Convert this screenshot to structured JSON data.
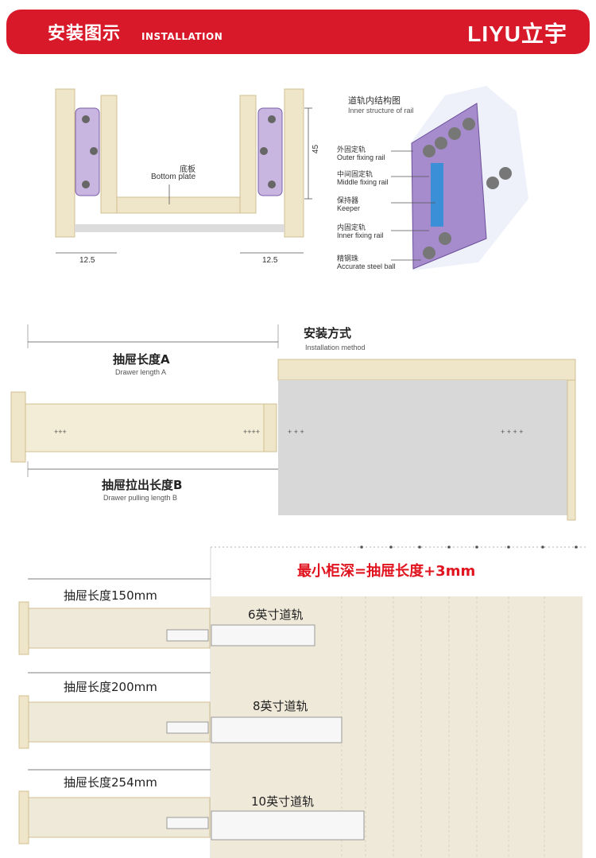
{
  "header": {
    "title": "安装图示",
    "subtitle": "INSTALLATION",
    "logo": "LIYU立宇"
  },
  "section1": {
    "bottom_plate_cn": "底板",
    "bottom_plate_en": "Bottom plate",
    "dim_height": "45",
    "dim_left": "12.5",
    "dim_right": "12.5",
    "structure_title_cn": "道轨内结构图",
    "structure_title_en": "Inner structure of rail",
    "labels": [
      {
        "cn": "外固定轨",
        "en": "Outer fixing rail"
      },
      {
        "cn": "中间固定轨",
        "en": "Middle fixing rail"
      },
      {
        "cn": "保持器",
        "en": "Keeper"
      },
      {
        "cn": "内固定轨",
        "en": "Inner fixing rail"
      },
      {
        "cn": "精钢珠",
        "en": "Accurate steel ball"
      }
    ]
  },
  "section2": {
    "length_a_cn": "抽屉长度A",
    "length_a_en": "Drawer length A",
    "length_b_cn": "抽屉拉出长度B",
    "length_b_en": "Drawer pulling length B",
    "method_cn": "安装方式",
    "method_en": "Installation method",
    "mark_left1": "+++",
    "mark_left2": "++++",
    "mark_mid": "+ + +",
    "mark_right": "+ + + +"
  },
  "section3": {
    "equation": "最小柜深=抽屉长度+3mm",
    "rows": [
      {
        "length": "抽屉长度150mm",
        "rail": "6英寸道轨"
      },
      {
        "length": "抽屉长度200mm",
        "rail": "8英寸道轨"
      },
      {
        "length": "抽屉长度254mm",
        "rail": "10英寸道轨"
      }
    ]
  },
  "colors": {
    "brand_red": "#d8192a",
    "wood": "#efe5c8",
    "wood_edge": "#d2c090",
    "rail_purple": "#9a7cc4"
  }
}
